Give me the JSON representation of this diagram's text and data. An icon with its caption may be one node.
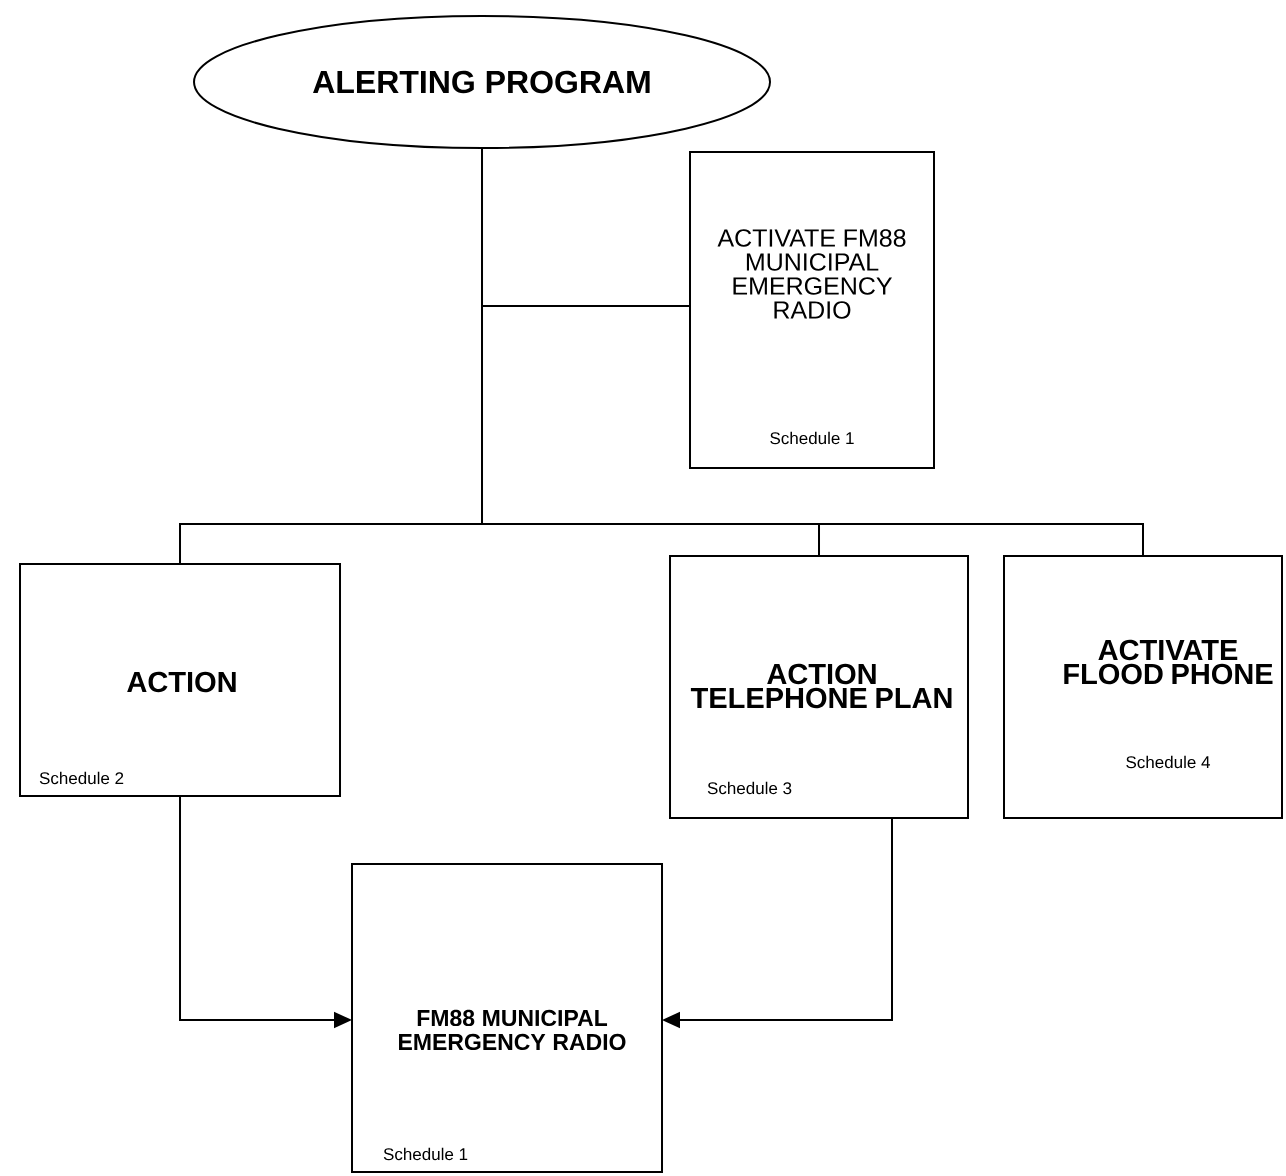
{
  "diagram": {
    "nodes": [
      {
        "text": [
          "ALERTING PROGRAM"
        ]
      },
      {
        "text": [
          "ACTIVATE FM88 MUNICIPAL EMERGENCY RADIO",
          "Schedule 1"
        ]
      },
      {
        "text": [
          "ACTION",
          "Schedule 2"
        ]
      },
      {
        "text": [
          "ACTION TELEPHONE PLAN",
          "Schedule 3"
        ]
      },
      {
        "text": [
          "ACTIVATE FLOOD PHONE",
          "Schedule 4"
        ]
      },
      {
        "text": [
          "FM88 MUNICIPAL EMERGENCY RADIO",
          "Schedule 1"
        ]
      }
    ],
    "edges": [
      {
        "from": 0,
        "to": 1,
        "arrow": "none"
      },
      {
        "from": 0,
        "to": 2,
        "arrow": "none"
      },
      {
        "from": 0,
        "to": 3,
        "arrow": "none"
      },
      {
        "from": 0,
        "to": 4,
        "arrow": "none"
      },
      {
        "from": 2,
        "to": 5,
        "arrow": "to"
      },
      {
        "from": 3,
        "to": 5,
        "arrow": "to"
      }
    ]
  }
}
